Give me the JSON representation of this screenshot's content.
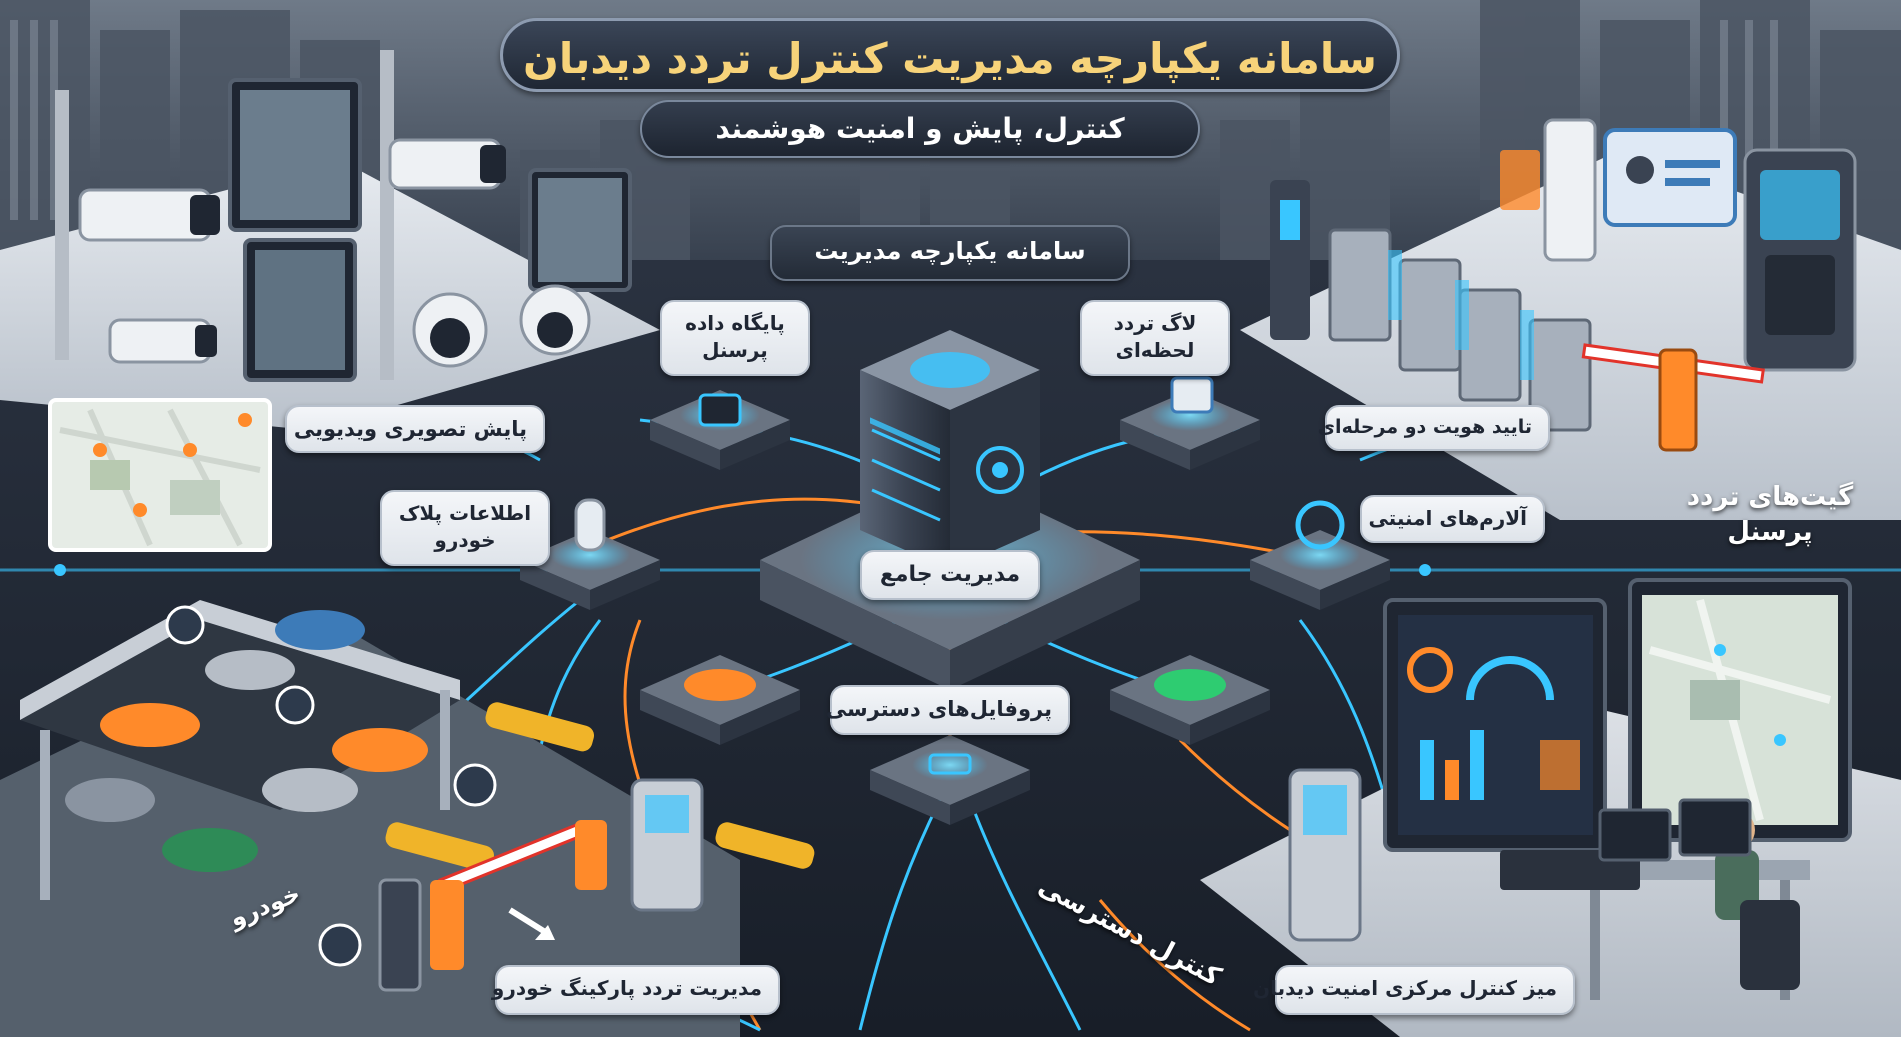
{
  "title": "سامانه یکپارچه مدیریت کنترل تردد دیدبان",
  "subtitle": "کنترل، پایش و امنیت هوشمند",
  "labels": {
    "hub_top": "سامانه یکپارچه مدیریت",
    "personnel_db": "پایگاه داده پرسنل",
    "realtime_log": "لاگ تردد لحظه‌ای",
    "video_monitoring": "پایش تصویری ویدیویی",
    "two_factor": "تایید هویت دو مرحله‌ای",
    "plate_info": "اطلاعات پلاک خودرو",
    "security_alarms": "آلارم‌های امنیتی",
    "personnel_gates": "گیت‌های تردد پرسنل",
    "central_management": "مدیریت جامع",
    "access_profiles": "پروفایل‌های دسترسی",
    "vehicle": "خودرو",
    "access_control": "کنترل دسترسی",
    "parking_management": "مدیریت تردد پارکینگ خودرو",
    "security_desk": "میز کنترل مرکزی امنیت دیدبان"
  },
  "colors": {
    "accent_blue": "#39c6ff",
    "accent_orange": "#ff8a2a",
    "accent_green": "#2ecc71",
    "title_gold": "#f7d37a"
  }
}
